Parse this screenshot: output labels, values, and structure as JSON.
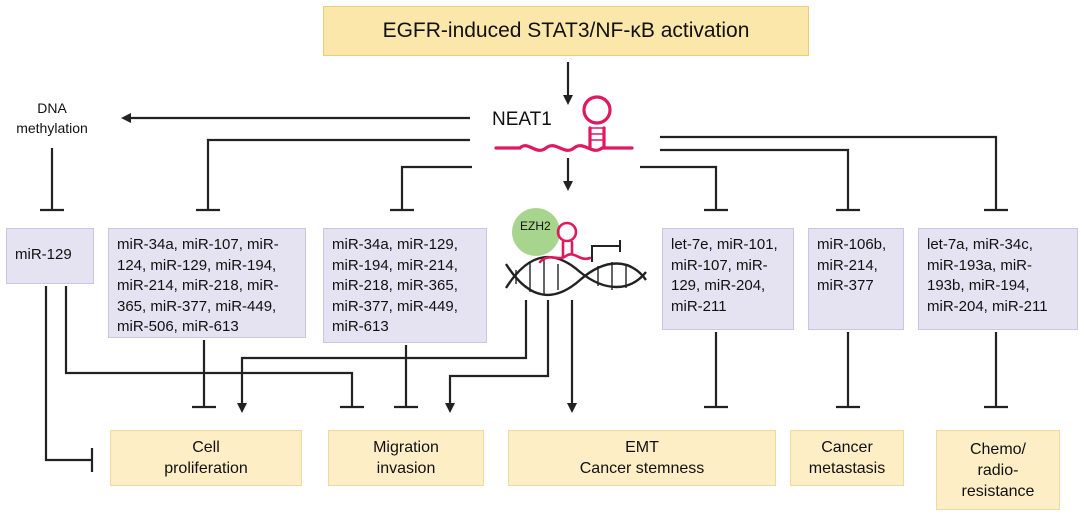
{
  "title": "EGFR-induced STAT3/NF-κB activation",
  "neat1_label": "NEAT1",
  "dna_methylation_label": "DNA\nmethylation",
  "ezh2_label": "EZH2",
  "mirna_groups": [
    "miR-129",
    "miR-34a, miR-107, miR-\n124, miR-129, miR-194,\nmiR-214, miR-218, miR-\n365, miR-377, miR-449,\nmiR-506, miR-613",
    "miR-34a, miR-129,\nmiR-194, miR-214,\nmiR-218, miR-365,\nmiR-377, miR-449,\nmiR-613",
    "let-7e, miR-101,\nmiR-107, miR-\n129, miR-204,\nmiR-211",
    "miR-106b,\nmiR-214,\nmiR-377",
    "let-7a, miR-34c,\nmiR-193a, miR-\n193b, miR-194,\nmiR-204, miR-211"
  ],
  "outcomes": [
    "Cell\nproliferation",
    "Migration\ninvasion",
    "EMT\nCancer stemness",
    "Cancer\nmetastasis",
    "Chemo/\nradio-\nresistance"
  ],
  "colors": {
    "title_fill": "#fbe7a9",
    "mirna_fill": "#e5e2f2",
    "outcome_fill": "#fdeec6",
    "rna": "#e0195f",
    "ezh2": "#a8d58e",
    "line": "#222222"
  }
}
